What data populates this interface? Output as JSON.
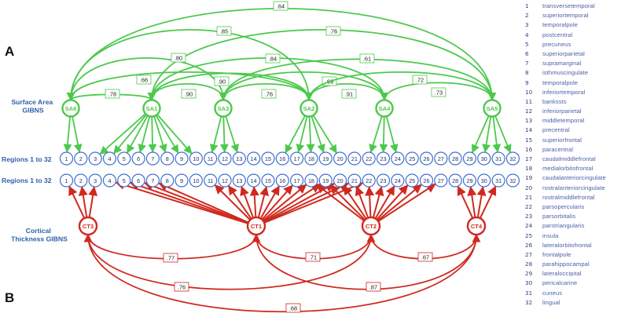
{
  "panel_labels": {
    "top": "A",
    "bottom": "B"
  },
  "row_labels": {
    "sa_group": "Surface Area GIBNS",
    "ct_group": "Cortical Thickness GIBNS",
    "regions_top": "Regions 1 to 32",
    "regions_bottom": "Regions 1 to 32"
  },
  "sa_factors": [
    "SA6",
    "SA1",
    "SA3",
    "SA2",
    "SA4",
    "SA5"
  ],
  "ct_factors": [
    "CT3",
    "CT1",
    "CT2",
    "CT4"
  ],
  "regions": [
    "1",
    "2",
    "3",
    "4",
    "5",
    "6",
    "7",
    "8",
    "9",
    "10",
    "11",
    "12",
    "13",
    "14",
    "15",
    "16",
    "17",
    "18",
    "19",
    "20",
    "21",
    "22",
    "23",
    "24",
    "25",
    "26",
    "27",
    "28",
    "29",
    "30",
    "31",
    "32"
  ],
  "sa_loadings": {
    "SA6": [
      1,
      2
    ],
    "SA1": [
      3,
      4,
      5,
      6,
      7,
      8,
      9,
      10
    ],
    "SA3": [
      11,
      12,
      13
    ],
    "SA2": [
      16,
      17,
      18,
      19,
      20
    ],
    "SA4": [
      22,
      23,
      24
    ],
    "SA5": [
      29,
      30,
      31,
      32
    ]
  },
  "ct_loadings": {
    "CT3": [
      1,
      2,
      3
    ],
    "CT1": [
      4,
      5,
      6,
      7,
      11,
      12,
      13,
      14,
      15,
      16,
      17,
      18,
      19,
      20,
      21,
      22
    ],
    "CT2": [
      18,
      19,
      20,
      21,
      22,
      23,
      24,
      25,
      26,
      27
    ],
    "CT4": [
      28,
      29,
      30,
      31
    ]
  },
  "sa_correlations": [
    {
      "a": "SA6",
      "b": "SA5",
      "value": ".64"
    },
    {
      "a": "SA6",
      "b": "SA2",
      "value": ".85"
    },
    {
      "a": "SA1",
      "b": "SA5",
      "value": ".76"
    },
    {
      "a": "SA6",
      "b": "SA3",
      "value": ".80"
    },
    {
      "a": "SA1",
      "b": "SA4",
      "value": ".84"
    },
    {
      "a": "SA3",
      "b": "SA5",
      "value": ".61"
    },
    {
      "a": "SA6",
      "b": "SA1",
      "value": ".78"
    },
    {
      "a": "SA1",
      "b": "SA3",
      "value": ".90"
    },
    {
      "a": "SA3",
      "b": "SA2",
      "value": ".76"
    },
    {
      "a": "SA2",
      "b": "SA4",
      "value": ".91"
    },
    {
      "a": "SA4",
      "b": "SA5",
      "value": ".73"
    },
    {
      "a": "SA6",
      "b": "SA2",
      "value": ".66"
    },
    {
      "a": "SA1",
      "b": "SA2",
      "value": ".90"
    },
    {
      "a": "SA3",
      "b": "SA4",
      "value": ".69"
    },
    {
      "a": "SA2",
      "b": "SA5",
      "value": ".72"
    }
  ],
  "ct_correlations": [
    {
      "a": "CT3",
      "b": "CT1",
      "value": ".77"
    },
    {
      "a": "CT1",
      "b": "CT2",
      "value": ".71"
    },
    {
      "a": "CT2",
      "b": "CT4",
      "value": ".67"
    },
    {
      "a": "CT3",
      "b": "CT2",
      "value": ".76"
    },
    {
      "a": "CT1",
      "b": "CT4",
      "value": ".87"
    },
    {
      "a": "CT3",
      "b": "CT4",
      "value": ".68"
    }
  ],
  "legend": [
    {
      "num": "1",
      "name": "transversetemporal"
    },
    {
      "num": "2",
      "name": "superiortemporal"
    },
    {
      "num": "3",
      "name": "temporalpole"
    },
    {
      "num": "4",
      "name": "postcentral"
    },
    {
      "num": "5",
      "name": "precuneus"
    },
    {
      "num": "6",
      "name": "superiorparietal"
    },
    {
      "num": "7",
      "name": "supramarginal"
    },
    {
      "num": "8",
      "name": "isthmuscingulate"
    },
    {
      "num": "9",
      "name": "temporalpole"
    },
    {
      "num": "10",
      "name": "inferiortemporal"
    },
    {
      "num": "11",
      "name": "bankssts"
    },
    {
      "num": "12",
      "name": "inferiorparietal"
    },
    {
      "num": "13",
      "name": "middletemporal"
    },
    {
      "num": "14",
      "name": "precentral"
    },
    {
      "num": "15",
      "name": "superiorfrontal"
    },
    {
      "num": "16",
      "name": "paracentral"
    },
    {
      "num": "17",
      "name": "caudalmiddlefrontal"
    },
    {
      "num": "18",
      "name": "medialorbitofrontal"
    },
    {
      "num": "19",
      "name": "caudalanteriorcingulate"
    },
    {
      "num": "20",
      "name": "rostralanteriorcingulate"
    },
    {
      "num": "21",
      "name": "rostralmiddlefrontal"
    },
    {
      "num": "22",
      "name": "parsopercularis"
    },
    {
      "num": "23",
      "name": "parsorbitalis"
    },
    {
      "num": "24",
      "name": "parstriangularis"
    },
    {
      "num": "25",
      "name": "insula"
    },
    {
      "num": "26",
      "name": "lateralorbitofrontal"
    },
    {
      "num": "27",
      "name": "frontalpole"
    },
    {
      "num": "28",
      "name": "parahippocampal"
    },
    {
      "num": "29",
      "name": "lateraloccipital"
    },
    {
      "num": "30",
      "name": "pericalcarine"
    },
    {
      "num": "31",
      "name": "cuneus"
    },
    {
      "num": "32",
      "name": "lingual"
    }
  ],
  "colors": {
    "surface_area": "#4cc94c",
    "cortical_thickness": "#d0291f",
    "region_node": "#3f6fd0",
    "group_label": "#2f5fa8",
    "panel_label": "#111111"
  }
}
